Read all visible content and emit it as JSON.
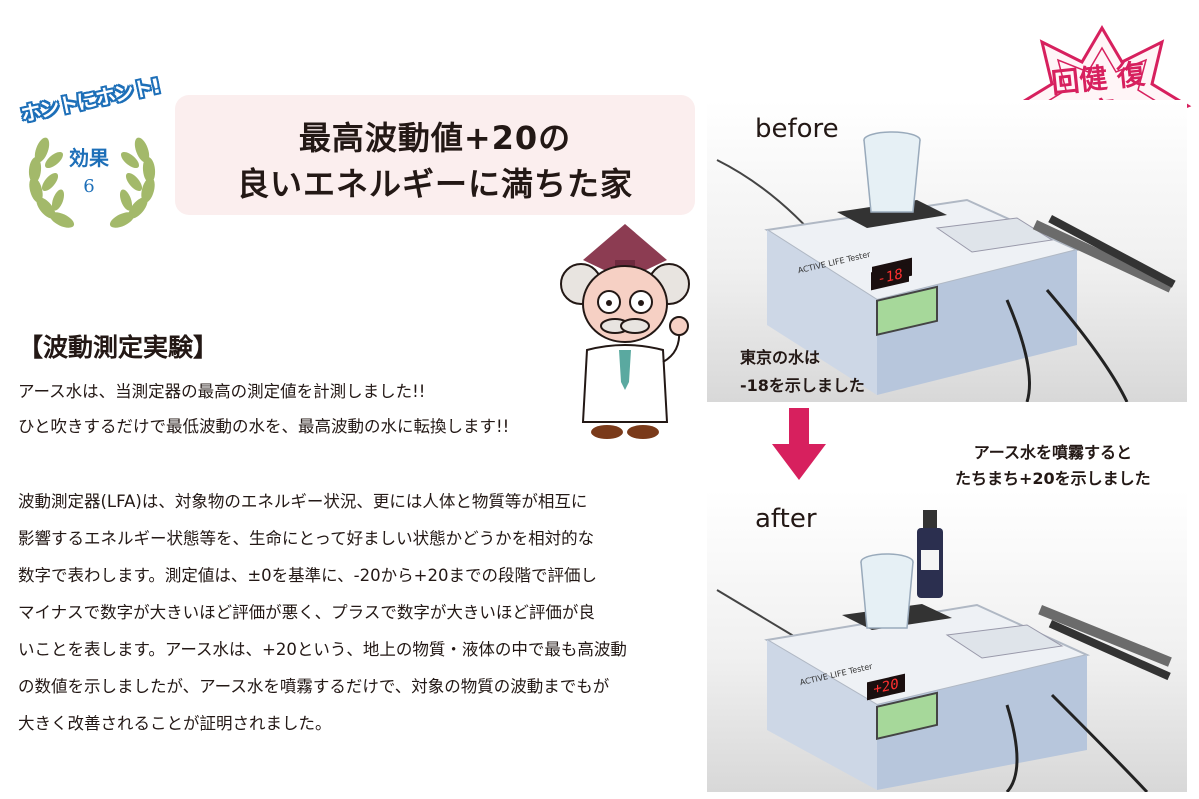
{
  "badge": {
    "top_text": "ホントにホント!",
    "line1": "効果",
    "line2": "6"
  },
  "title": {
    "line1": "最高波動値+20の",
    "line2": "良いエネルギーに満ちた家"
  },
  "stamp": {
    "text": "回健 復康",
    "color": "#d7205e"
  },
  "section": {
    "heading": "【波動測定実験】",
    "intro": [
      "アース水は、当測定器の最高の測定値を計測しました!!",
      "ひと吹きするだけで最低波動の水を、最高波動の水に転換します!!"
    ],
    "body": [
      "波動測定器(LFA)は、対象物のエネルギー状況、更には人体と物質等が相互に",
      "影響するエネルギー状態等を、生命にとって好ましい状態かどうかを相対的な",
      "数字で表わします。測定値は、±0を基準に、-20から+20までの段階で評価し",
      "マイナスで数字が大きいほど評価が悪く、プラスで数字が大きいほど評価が良",
      "いことを表します。アース水は、+20という、地上の物質・液体の中で最も高波動",
      "の数値を示しましたが、アース水を噴霧するだけで、対象の物質の波動までもが",
      "大きく改善されることが証明されました。"
    ]
  },
  "before": {
    "label": "before",
    "readout": "-18",
    "device_name": "ACTIVE LIFE Tester",
    "note_line1": "東京の水は",
    "note_line2": "-18を示しました"
  },
  "after": {
    "label": "after",
    "readout": "+20",
    "device_name": "ACTIVE LIFE Tester",
    "note_line1": "アース水を噴霧すると",
    "note_line2": "たちまち+20を示しました"
  },
  "colors": {
    "accent_blue": "#1d6fb8",
    "arrow_red": "#d7205e",
    "title_bg": "#fbeeee",
    "laurel": "#a3b96a"
  },
  "icons": [
    "laurel-wreath-icon",
    "professor-character-icon",
    "down-arrow-icon",
    "sakura-stamp-icon"
  ]
}
